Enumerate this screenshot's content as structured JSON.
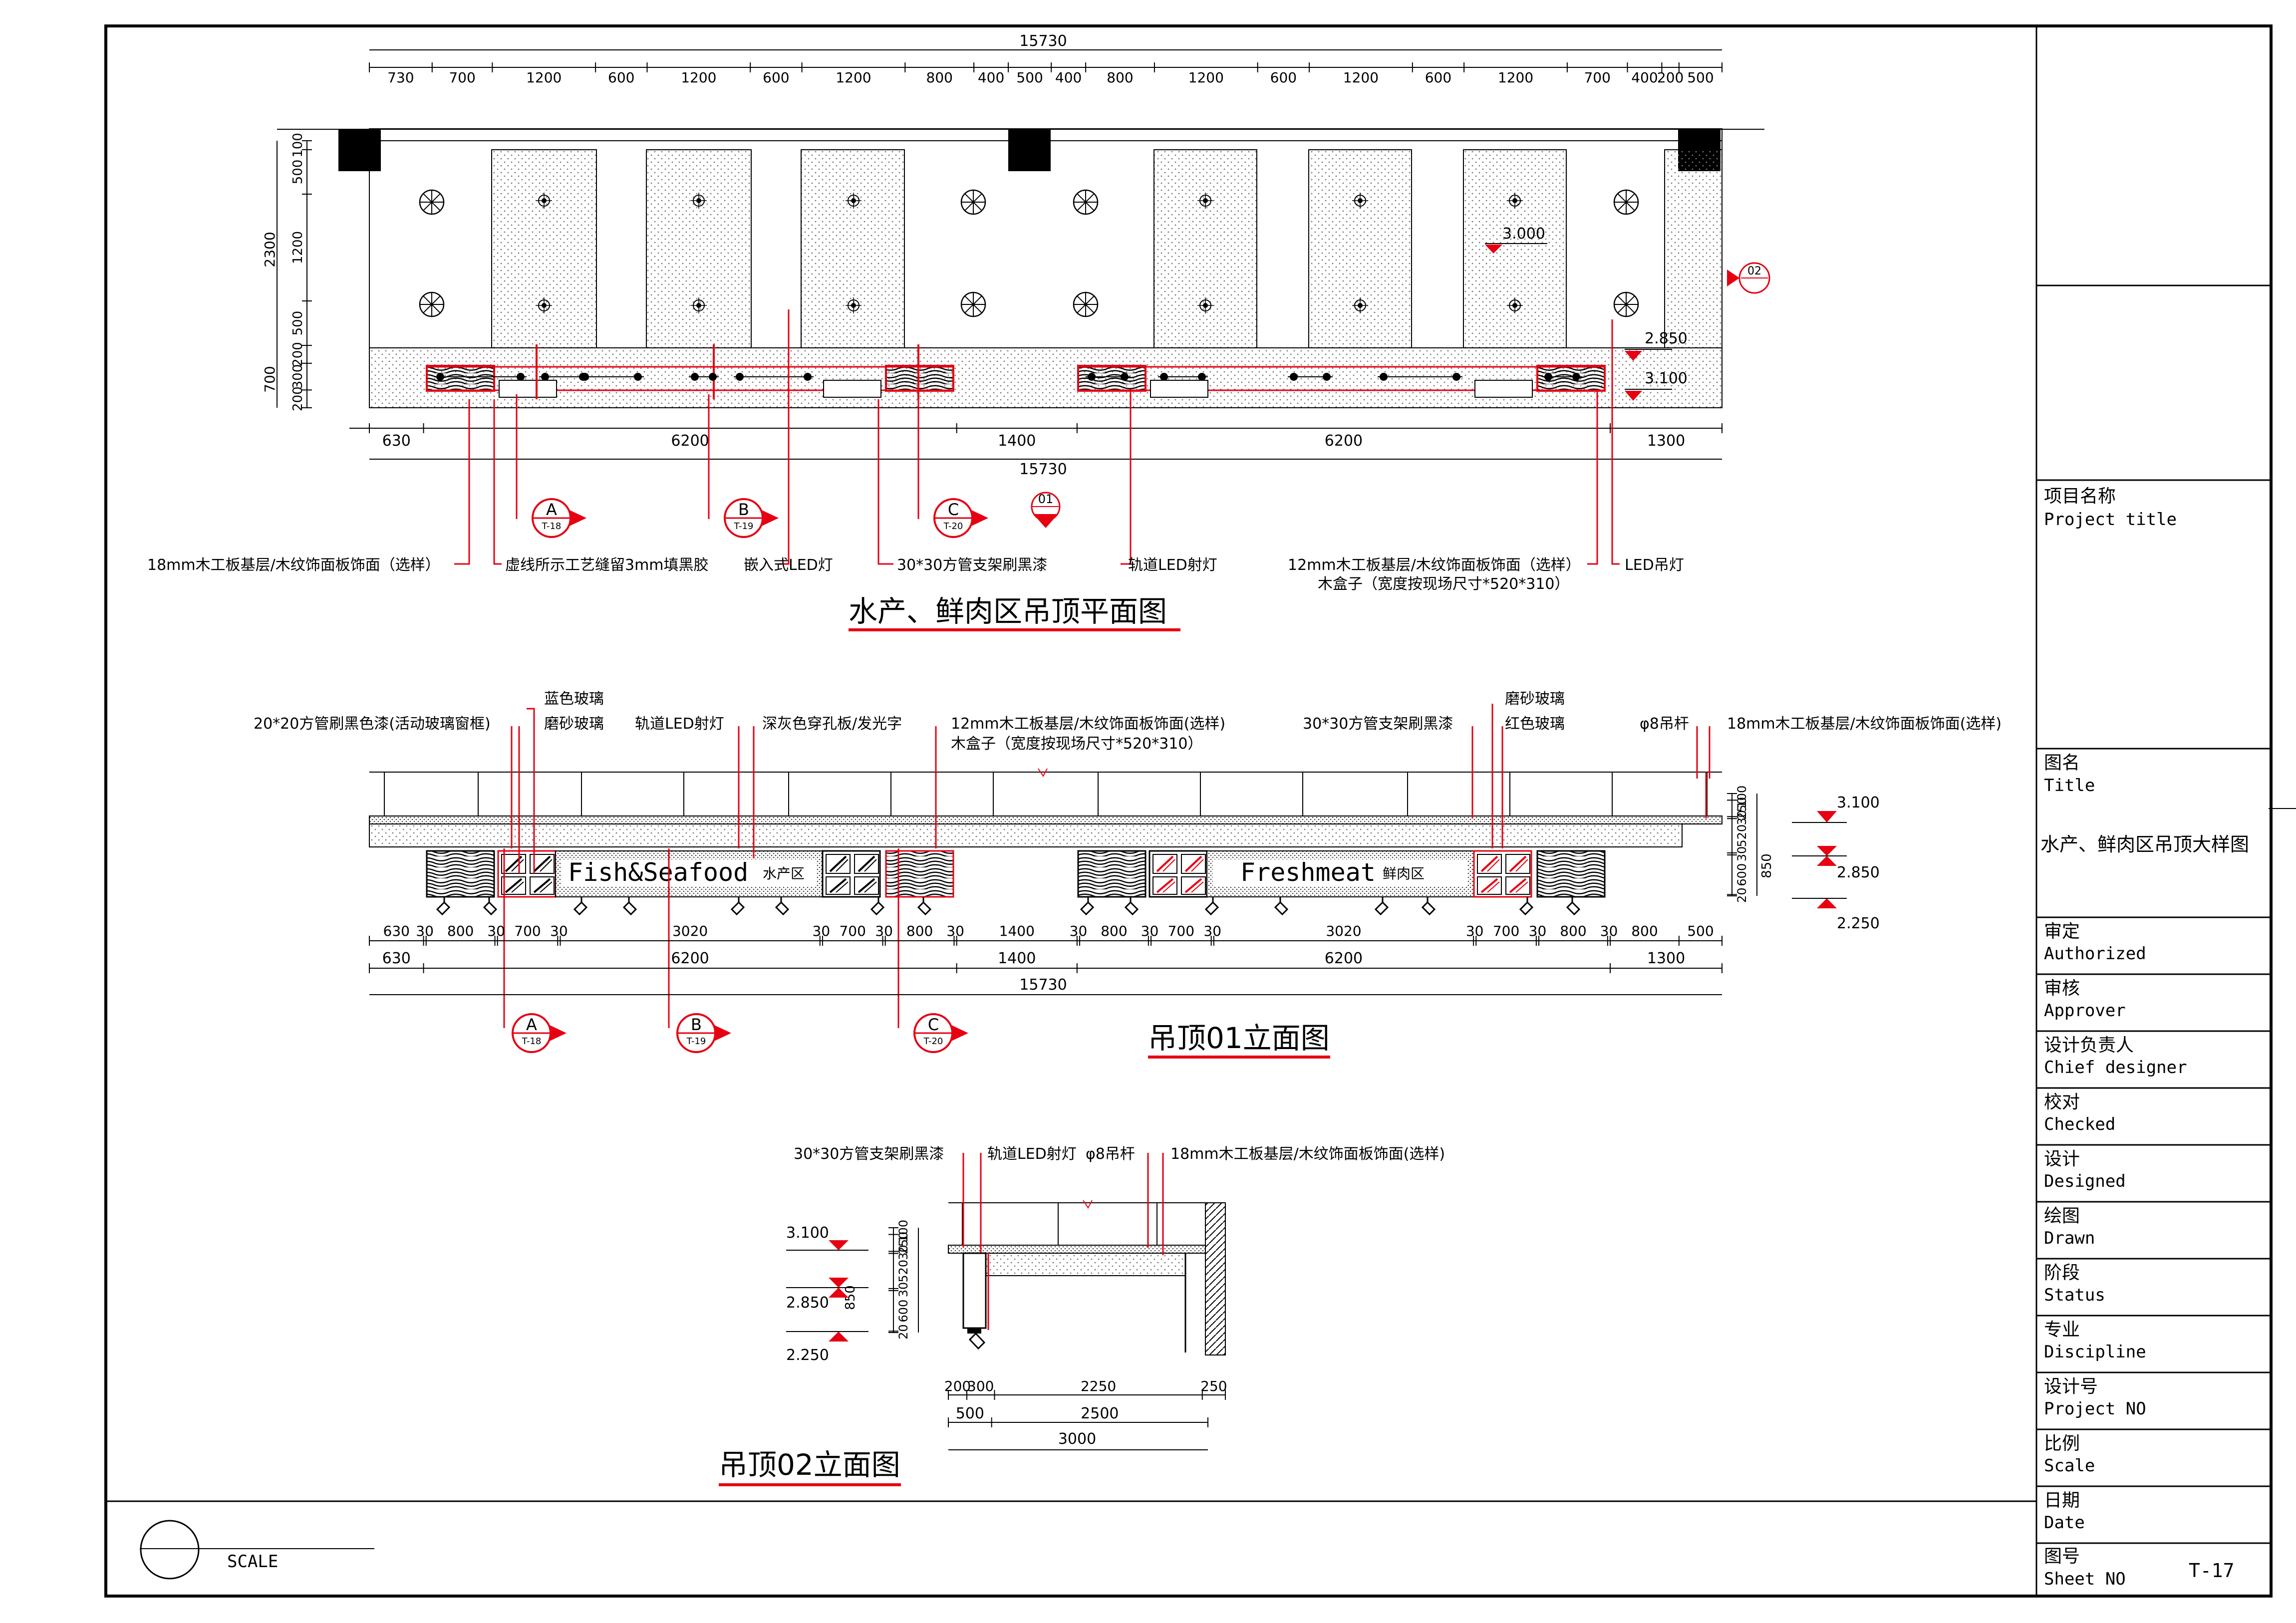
{
  "colors": {
    "line": "#000000",
    "accent": "#e60012",
    "panel": "#ffffff"
  },
  "plan": {
    "title": "水产、鲜肉区吊顶平面图",
    "top_total": "15730",
    "top_dims": [
      "730",
      "700",
      "1200",
      "600",
      "1200",
      "600",
      "1200",
      "800",
      "400",
      "500",
      "400",
      "800",
      "1200",
      "600",
      "1200",
      "600",
      "1200",
      "700",
      "400",
      "200",
      "500"
    ],
    "left_dims": [
      "100",
      "500",
      "1200",
      "500",
      "200",
      "300",
      "200"
    ],
    "left_total_a": "2300",
    "left_total_b": "700",
    "bottom_dims": [
      "630",
      "6200",
      "1400",
      "6200",
      "1300"
    ],
    "bottom_total": "15730",
    "levels": [
      "3.000",
      "2.850",
      "3.100"
    ],
    "tag_02": "02",
    "labels": [
      "18mm木工板基层/木纹饰面板饰面（选样）",
      "虚线所示工艺缝留3mm填黑胶",
      "嵌入式LED灯",
      "30*30方管支架刷黑漆",
      "轨道LED射灯",
      "12mm木工板基层/木纹饰面板饰面（选样）",
      "木盒子（宽度按现场尺寸*520*310）",
      "LED吊灯"
    ]
  },
  "callouts": [
    {
      "letter": "A",
      "sheet": "T-18"
    },
    {
      "letter": "B",
      "sheet": "T-19"
    },
    {
      "letter": "C",
      "sheet": "T-20"
    },
    {
      "letter": "01",
      "sheet": ""
    }
  ],
  "elev01": {
    "title": "吊顶01立面图",
    "labels_top": [
      "蓝色玻璃",
      "磨砂玻璃",
      "20*20方管刷黑色漆(活动玻璃窗框)",
      "轨道LED射灯",
      "深灰色穿孔板/发光字",
      "12mm木工板基层/木纹饰面板饰面(选样)",
      "木盒子（宽度按现场尺寸*520*310）",
      "30*30方管支架刷黑漆",
      "磨砂玻璃",
      "红色玻璃",
      "φ8吊杆",
      "18mm木工板基层/木纹饰面板饰面(选样)"
    ],
    "sign1_en": "Fish&Seafood",
    "sign1_cn": "水产区",
    "sign2_en": "Freshmeat",
    "sign2_cn": "鲜肉区",
    "dims_a": [
      "630",
      "30",
      "800",
      "30",
      "700",
      "30",
      "3020",
      "30",
      "700",
      "30",
      "800",
      "30",
      "1400",
      "30",
      "800",
      "30",
      "700",
      "30",
      "3020",
      "30",
      "700",
      "30",
      "800",
      "30",
      "800",
      "500"
    ],
    "dims_b": [
      "630",
      "6200",
      "1400",
      "6200",
      "1300"
    ],
    "total": "15730",
    "right_dims": [
      "100",
      "250",
      "30",
      "520",
      "30",
      "600",
      "20",
      "850"
    ],
    "levels": [
      "3.100",
      "2.850",
      "2.250"
    ]
  },
  "elev02": {
    "title": "吊顶02立面图",
    "labels": [
      "30*30方管支架刷黑漆",
      "轨道LED射灯",
      "φ8吊杆",
      "18mm木工板基层/木纹饰面板饰面(选样)"
    ],
    "left_dims": [
      "100",
      "250",
      "30",
      "520",
      "30",
      "600",
      "20",
      "850"
    ],
    "levels": [
      "3.100",
      "2.850",
      "2.250"
    ],
    "dims_a": [
      "200",
      "300",
      "2250",
      "250"
    ],
    "dims_b": [
      "500",
      "2500"
    ],
    "total": "3000"
  },
  "title_block": {
    "project_title_cn": "项目名称",
    "project_title_en": "Project title",
    "title_cn": "图名",
    "title_en": "Title",
    "drawing_name": "水产、鲜肉区吊顶大样图",
    "rows": [
      {
        "cn": "审定",
        "en": "Authorized"
      },
      {
        "cn": "审核",
        "en": "Approver"
      },
      {
        "cn": "设计负责人",
        "en": "Chief designer"
      },
      {
        "cn": "校对",
        "en": "Checked"
      },
      {
        "cn": "设计",
        "en": "Designed"
      },
      {
        "cn": "绘图",
        "en": "Drawn"
      },
      {
        "cn": "阶段",
        "en": "Status"
      },
      {
        "cn": "专业",
        "en": "Discipline"
      },
      {
        "cn": "设计号",
        "en": "Project NO"
      },
      {
        "cn": "比例",
        "en": "Scale"
      },
      {
        "cn": "日期",
        "en": "Date"
      }
    ],
    "sheet_no_cn": "图号",
    "sheet_no_en": "Sheet NO",
    "sheet_no": "T-17"
  },
  "scale_label": "SCALE"
}
